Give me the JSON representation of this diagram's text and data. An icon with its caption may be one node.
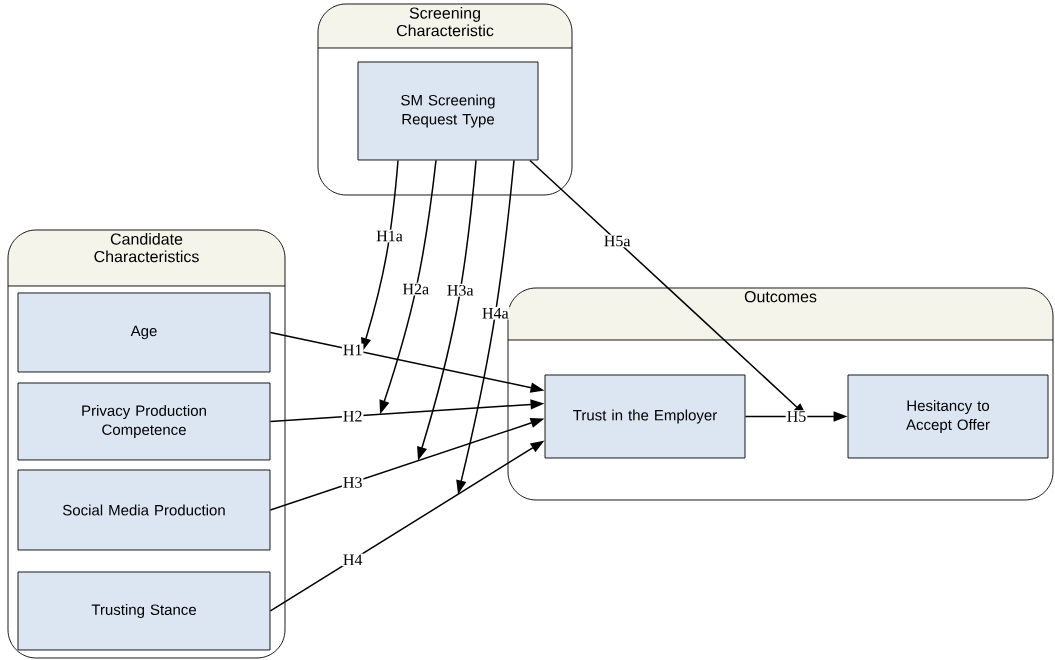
{
  "diagram": {
    "nodes": [
      {
        "text": [
          "Screening Characteristic"
        ]
      },
      {
        "text": [
          "SM Screening Request Type"
        ],
        "in": 0
      },
      {
        "text": [
          "Candidate Characteristics"
        ]
      },
      {
        "text": [
          "Age"
        ],
        "in": 2
      },
      {
        "text": [
          "Privacy Production Competence"
        ],
        "in": 2
      },
      {
        "text": [
          "Social Media Production"
        ],
        "in": 2
      },
      {
        "text": [
          "Trusting Stance"
        ],
        "in": 2
      },
      {
        "text": [
          "Outcomes"
        ]
      },
      {
        "text": [
          "Trust in the Employer"
        ],
        "in": 7
      },
      {
        "text": [
          "Hesitancy to Accept Offer"
        ],
        "in": 7
      }
    ],
    "edges": [
      {
        "from": 3,
        "to": 8,
        "arrow": "to",
        "label": "H1"
      },
      {
        "from": 4,
        "to": 8,
        "arrow": "to",
        "label": "H2"
      },
      {
        "from": 5,
        "to": 8,
        "arrow": "to",
        "label": "H3"
      },
      {
        "from": 6,
        "to": 8,
        "arrow": "to",
        "label": "H4"
      },
      {
        "from": 8,
        "to": 9,
        "arrow": "to",
        "label": "H5"
      },
      {
        "from": 1,
        "to": null,
        "arrow": "to",
        "label": "H1a"
      },
      {
        "from": 1,
        "to": null,
        "arrow": "to",
        "label": "H2a"
      },
      {
        "from": 1,
        "to": null,
        "arrow": "to",
        "label": "H3a"
      },
      {
        "from": 1,
        "to": null,
        "arrow": "to",
        "label": "H4a"
      },
      {
        "from": 1,
        "to": null,
        "arrow": "to",
        "label": "H5a"
      }
    ]
  }
}
